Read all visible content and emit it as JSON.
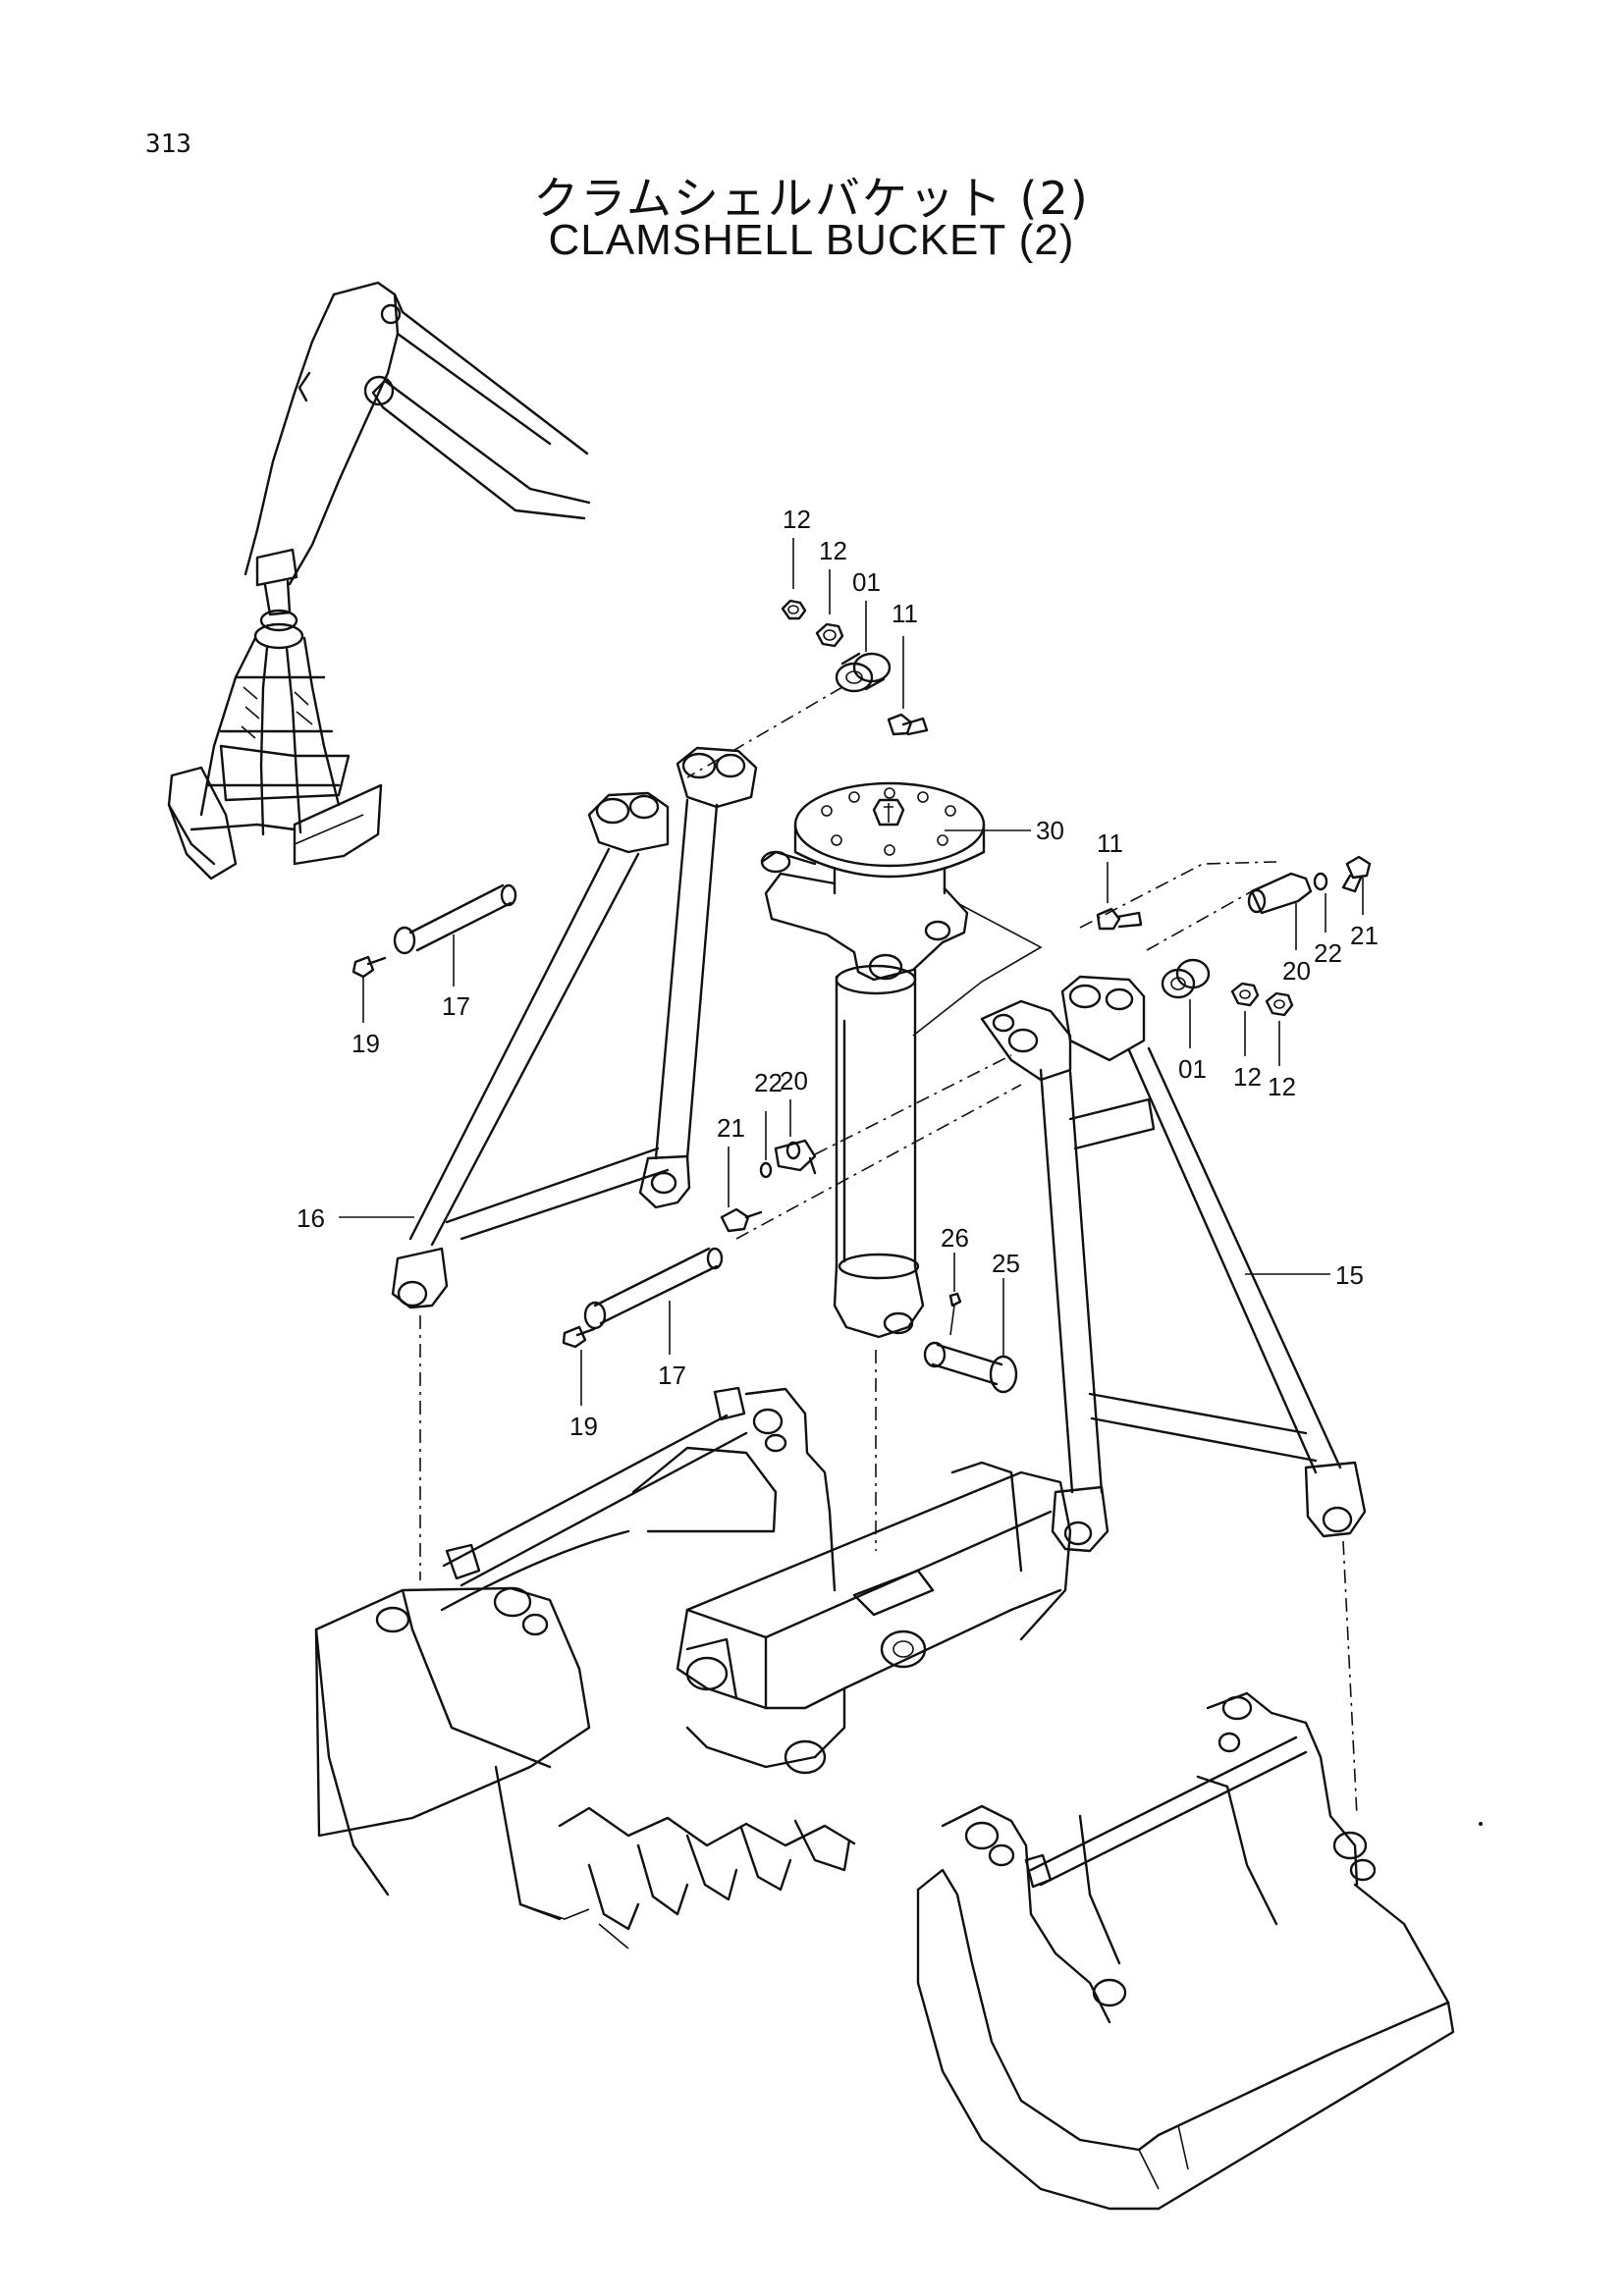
{
  "page": {
    "number": "313",
    "title_jp": "クラムシェルバケット (2)",
    "title_en": "CLAMSHELL  BUCKET (2)"
  },
  "callouts": {
    "c12a": "12",
    "c12b": "12",
    "c01a": "01",
    "c11a": "11",
    "c30": "30",
    "c11b": "11",
    "c20a": "20",
    "c22a": "22",
    "c21a": "21",
    "c01b": "01",
    "c12c": "12",
    "c12d": "12",
    "c17a": "17",
    "c19a": "19",
    "c22b": "22",
    "c20b": "20",
    "c21b": "21",
    "c16": "16",
    "c15": "15",
    "c26": "26",
    "c25": "25",
    "c17b": "17",
    "c19b": "19"
  }
}
